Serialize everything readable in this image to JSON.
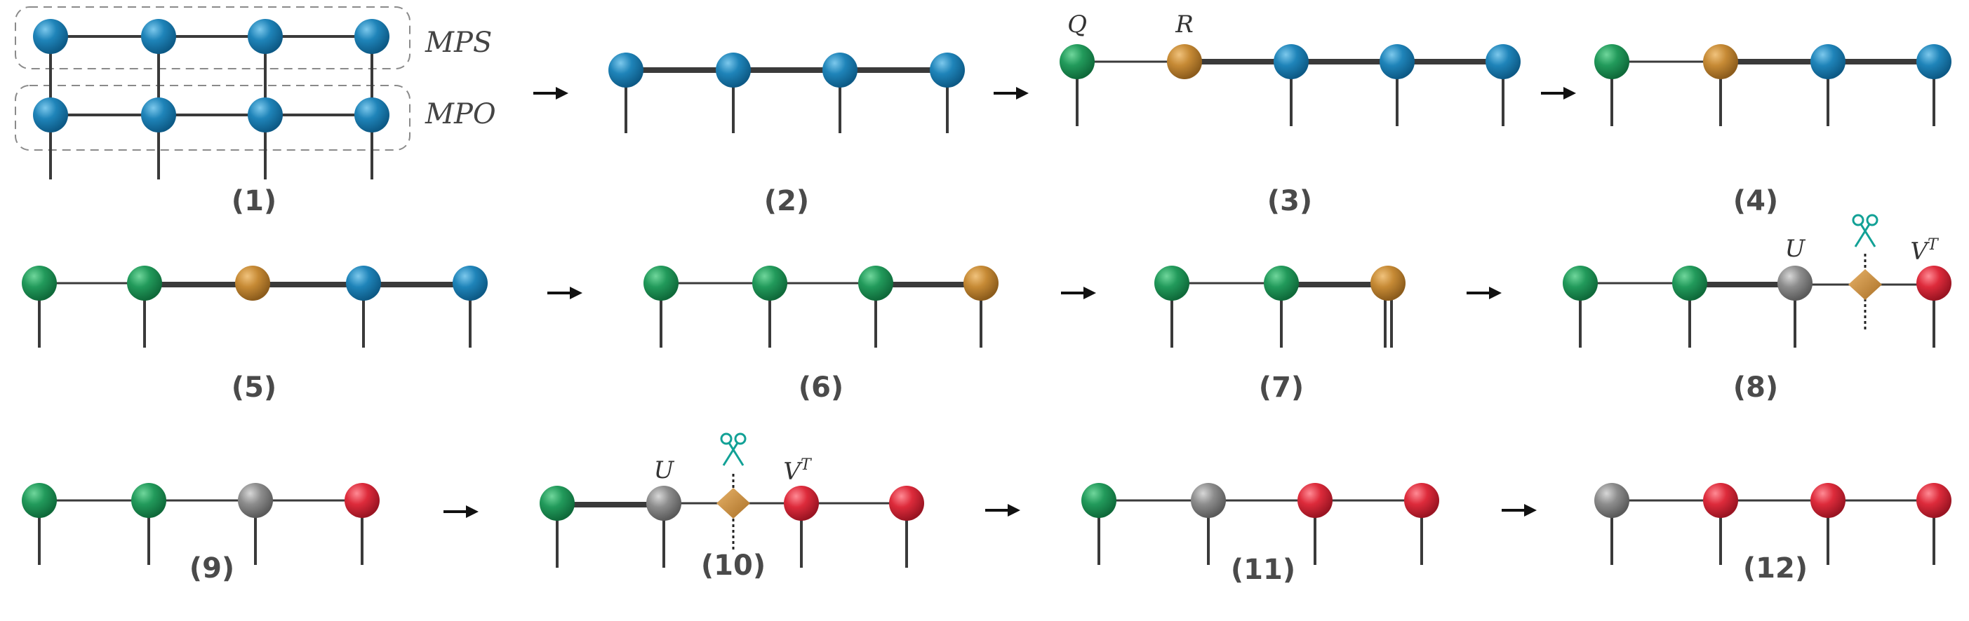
{
  "colors": {
    "blue": "#1f84b9",
    "green": "#229a5b",
    "orange": "#c68a35",
    "gray": "#8d8d8d",
    "red": "#dd2b3b",
    "bond": "#3a3a3a",
    "scissors": "#12a196",
    "caption": "#4a4a4a"
  },
  "icons": {
    "arrow": "right-arrow-icon",
    "scissors": "scissors-icon"
  },
  "panel1": {
    "mps_label": "MPS",
    "mpo_label": "MPO"
  },
  "labels": {
    "Q": "Q",
    "R": "R",
    "U": "U",
    "V": "V",
    "T": "T"
  },
  "panels": [
    {
      "caption": "(1)",
      "nodes": [
        "blue",
        "blue",
        "blue",
        "blue"
      ]
    },
    {
      "caption": "(2)",
      "nodes": [
        "blue",
        "blue",
        "blue",
        "blue"
      ]
    },
    {
      "caption": "(3)",
      "nodes": [
        "green",
        "orange",
        "blue",
        "blue",
        "blue"
      ]
    },
    {
      "caption": "(4)",
      "nodes": [
        "green",
        "orange",
        "blue",
        "blue"
      ]
    },
    {
      "caption": "(5)",
      "nodes": [
        "green",
        "green",
        "orange",
        "blue",
        "blue"
      ]
    },
    {
      "caption": "(6)",
      "nodes": [
        "green",
        "green",
        "green",
        "orange"
      ]
    },
    {
      "caption": "(7)",
      "nodes": [
        "green",
        "green",
        "orange"
      ]
    },
    {
      "caption": "(8)",
      "nodes": [
        "green",
        "green",
        "gray",
        "diamond",
        "red"
      ]
    },
    {
      "caption": "(9)",
      "nodes": [
        "green",
        "green",
        "gray",
        "red"
      ]
    },
    {
      "caption": "(10)",
      "nodes": [
        "green",
        "gray",
        "diamond",
        "red",
        "red"
      ]
    },
    {
      "caption": "(11)",
      "nodes": [
        "green",
        "gray",
        "red",
        "red"
      ]
    },
    {
      "caption": "(12)",
      "nodes": [
        "gray",
        "red",
        "red",
        "red"
      ]
    }
  ]
}
